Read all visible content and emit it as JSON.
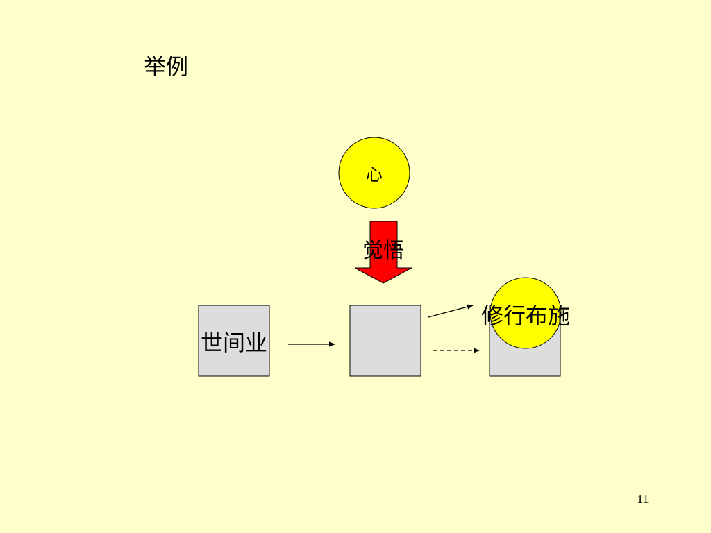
{
  "slide": {
    "title": "举例",
    "page_number": "11"
  },
  "diagram": {
    "circle_top_label": "心",
    "arrow_label": "觉悟",
    "box_left_label": "世间业",
    "box_middle_label": "",
    "box_right_label": "修行布施",
    "colors": {
      "background": "#ffffcc",
      "box_fill": "#dddddd",
      "circle_fill": "#ffff00",
      "arrow_fill": "#ff0000",
      "stroke": "#000000"
    }
  }
}
